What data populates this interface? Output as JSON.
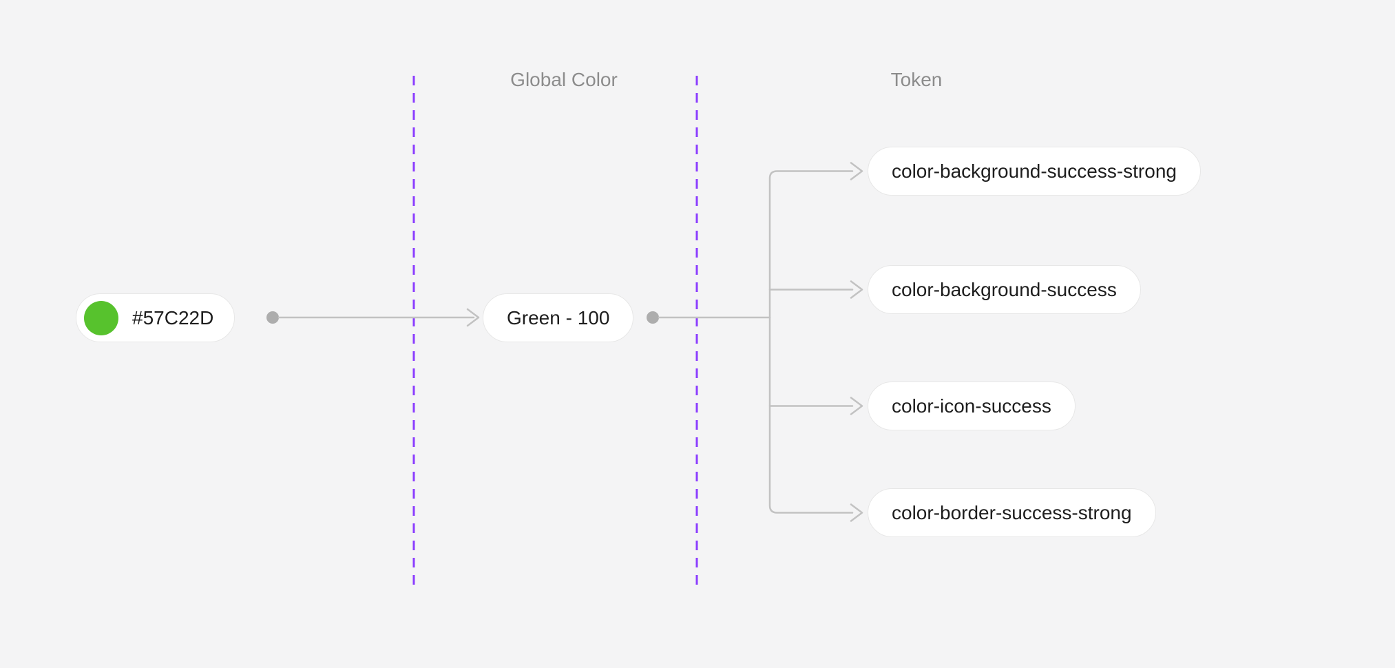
{
  "headers": {
    "global_color": "Global Color",
    "token": "Token"
  },
  "source": {
    "hex": "#57C22D"
  },
  "global_color": {
    "label": "Green - 100"
  },
  "tokens": [
    {
      "label": "color-background-success-strong"
    },
    {
      "label": "color-background-success"
    },
    {
      "label": "color-icon-success"
    },
    {
      "label": "color-border-success-strong"
    }
  ],
  "colors": {
    "background": "#F4F4F5",
    "pill_bg": "#FFFFFF",
    "pill_border": "#E7E7E7",
    "text": "#1E1E1E",
    "heading": "#8C8C8C",
    "line": "#C2C2C2",
    "dot": "#ADADAD",
    "dashed": "#8B3DFF",
    "swatch": "#57C22D"
  }
}
